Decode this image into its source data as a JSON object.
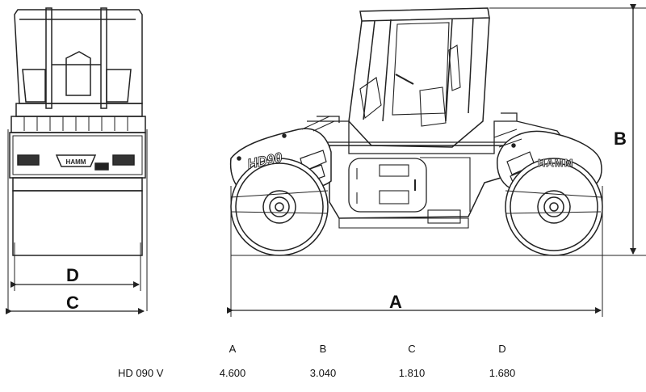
{
  "dimension_labels": {
    "a": "A",
    "b": "B",
    "c": "C",
    "d": "D"
  },
  "brand_marks": {
    "roller_front": "HAMM",
    "roller_rear": "HD90"
  },
  "spec_table": {
    "headers": [
      "A",
      "B",
      "C",
      "D"
    ],
    "rows": [
      {
        "model": "HD 090 V",
        "values": [
          "4.600",
          "3.040",
          "1.810",
          "1.680"
        ]
      }
    ]
  },
  "colors": {
    "line": "#222222",
    "background": "#ffffff"
  }
}
